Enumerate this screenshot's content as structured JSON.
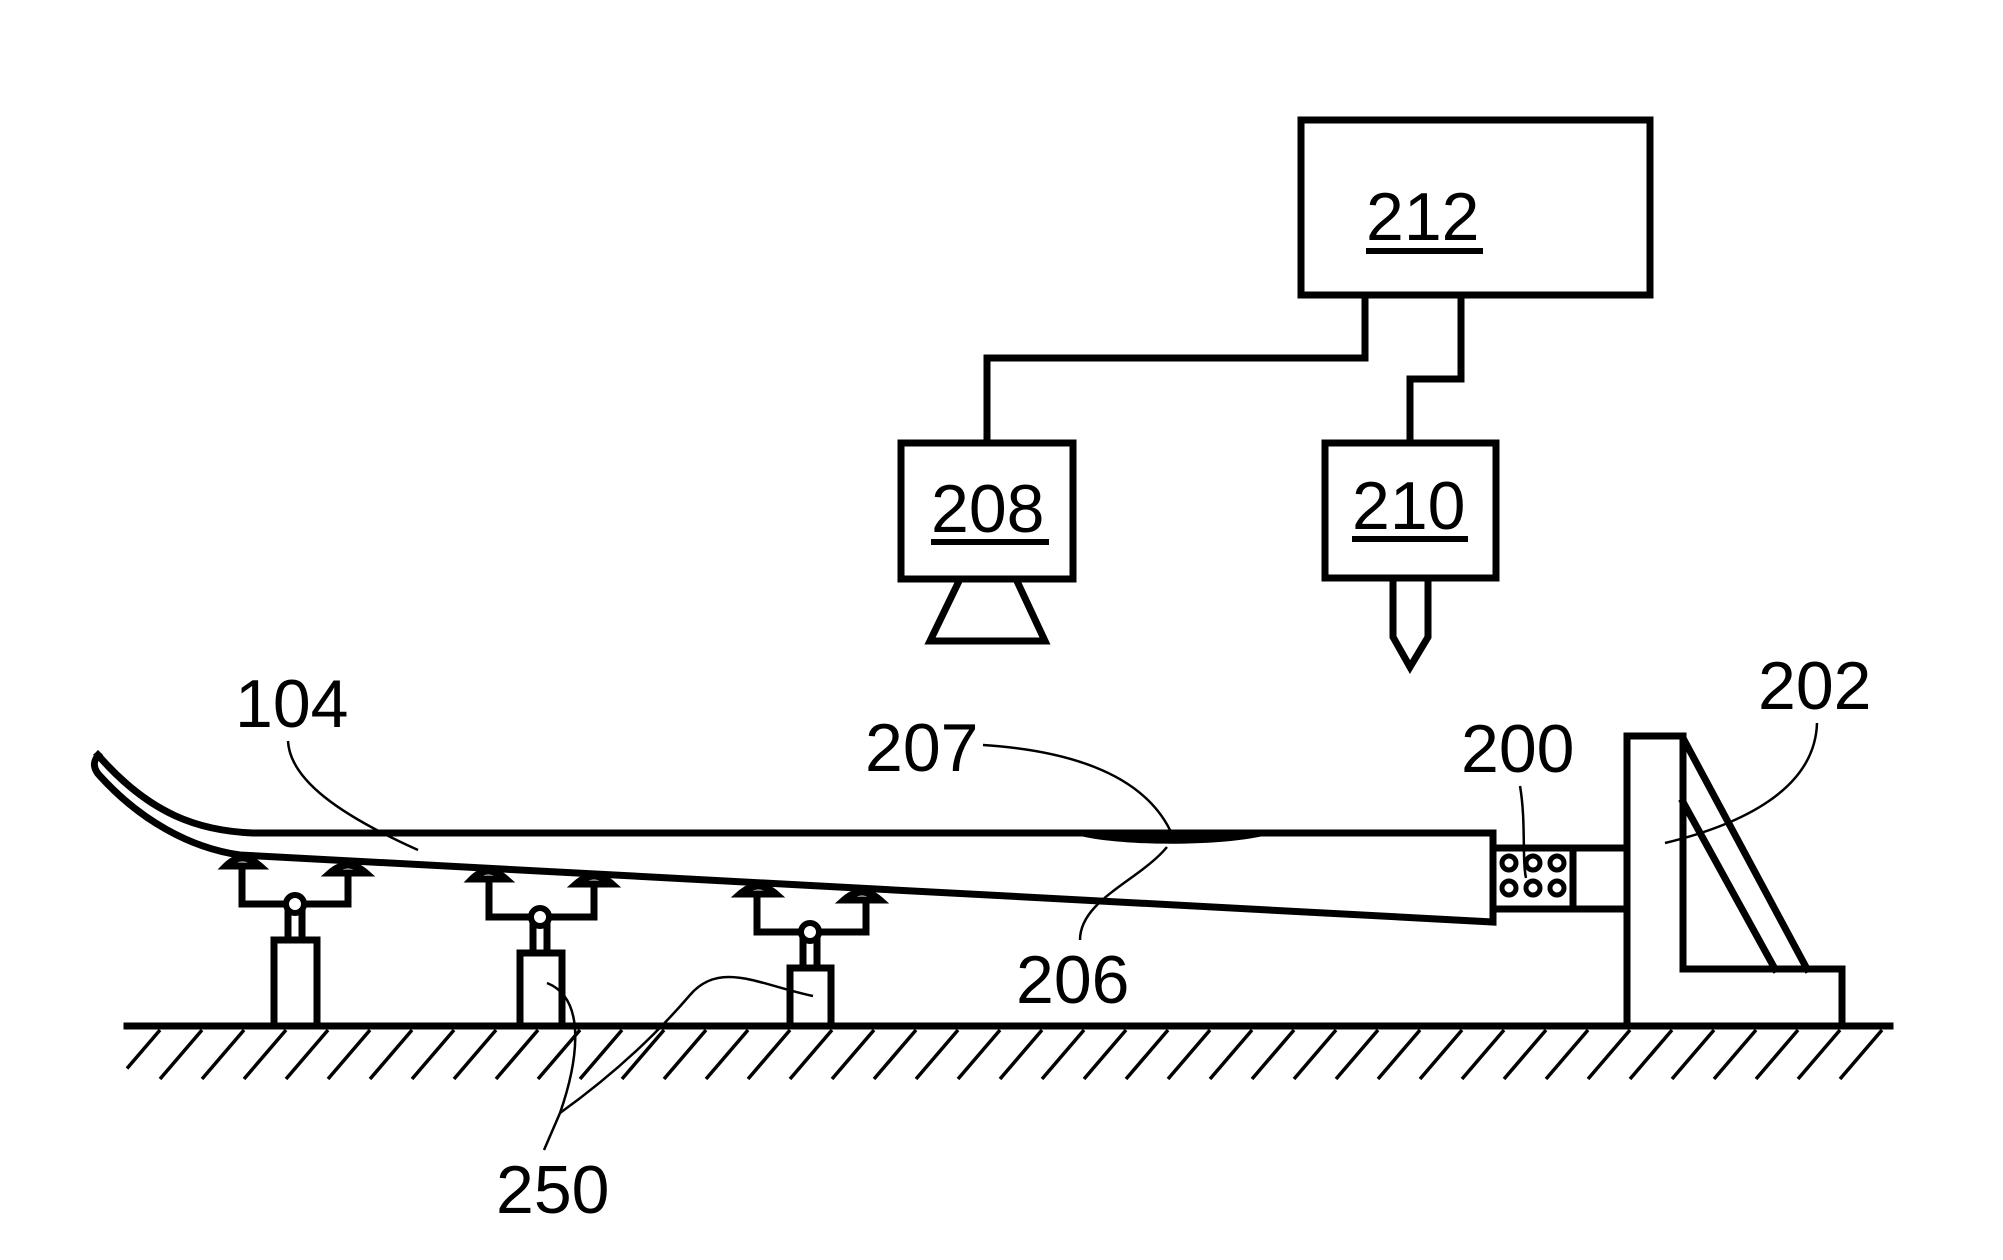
{
  "figure": {
    "labels": {
      "controller": "212",
      "camera": "208",
      "probe": "210",
      "blade": "104",
      "surface_feature": "207",
      "defect": "206",
      "connector": "200",
      "fixture": "202",
      "supports": "250"
    },
    "colors": {
      "ink": "#000000",
      "background": "#ffffff"
    },
    "support_count": 3,
    "connector_bolts": 6
  }
}
